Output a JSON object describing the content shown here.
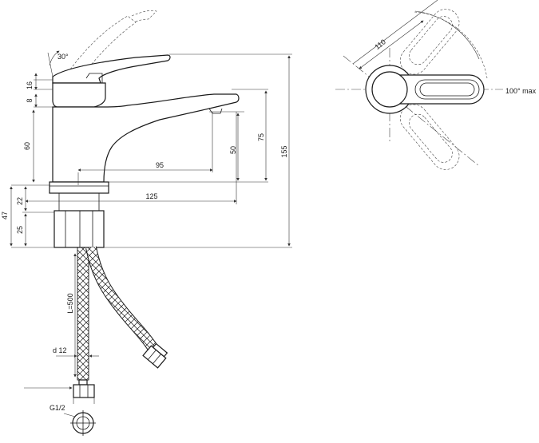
{
  "dimensions": {
    "angle_up": "30°",
    "d16": "16",
    "d8": "8",
    "d60": "60",
    "d50": "50",
    "d75": "75",
    "d155": "155",
    "d95": "95",
    "d125": "125",
    "d22": "22",
    "d25": "25",
    "d47": "47",
    "hose_length": "L=500",
    "hose_diameter": "d 12",
    "thread": "G1/2",
    "top_width": "110",
    "rotation": "100° max"
  }
}
